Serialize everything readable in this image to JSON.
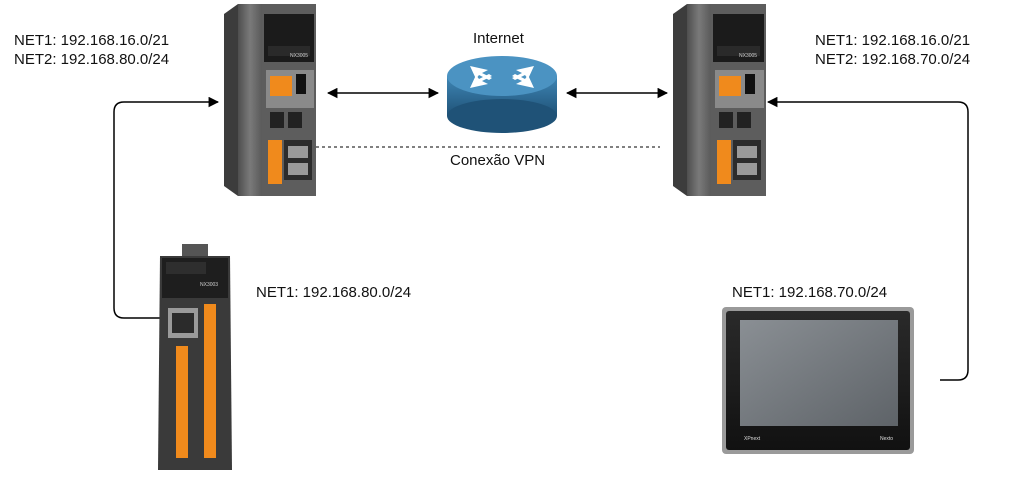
{
  "left_controller": {
    "net1": "NET1: 192.168.16.0/21",
    "net2": "NET2: 192.168.80.0/24",
    "model": "NX3005"
  },
  "right_controller": {
    "net1": "NET1: 192.168.16.0/21",
    "net2": "NET2: 192.168.70.0/24",
    "model": "NX3005"
  },
  "internet": {
    "label": "Internet"
  },
  "vpn": {
    "label": "Conexão VPN"
  },
  "io_module": {
    "net1": "NET1: 192.168.80.0/24",
    "model": "NX3003"
  },
  "hmi": {
    "net1": "NET1: 192.168.70.0/24",
    "brand_left": "XPnext",
    "brand_right": "Nexto"
  },
  "colors": {
    "router": "#2f6f98",
    "device_body": "#6b6b6b",
    "terminal_orange": "#f08a1c",
    "line": "#000000"
  }
}
